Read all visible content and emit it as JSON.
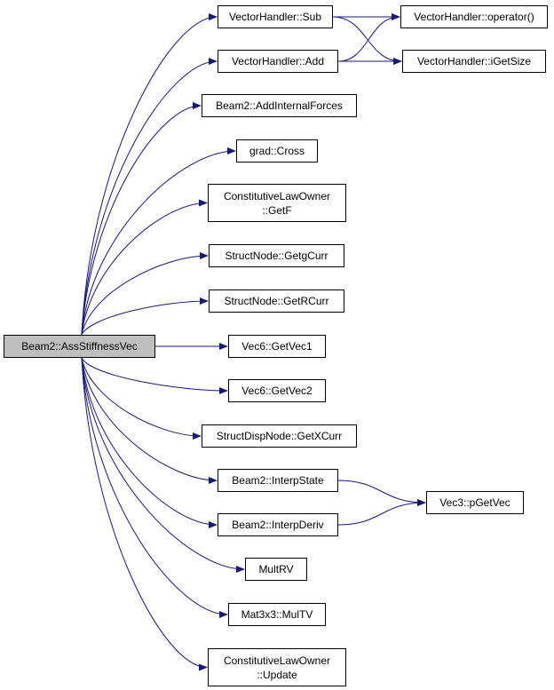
{
  "colors": {
    "edge": "#191970",
    "border": "#000000",
    "root_fill": "#bfbfbf",
    "node_fill": "#ffffff"
  },
  "root": {
    "id": "ass_stiffness_vec",
    "lines": [
      "Beam2::AssStiffnessVec"
    ]
  },
  "nodes": [
    {
      "id": "vh_sub",
      "lines": [
        "VectorHandler::Sub"
      ]
    },
    {
      "id": "vh_add",
      "lines": [
        "VectorHandler::Add"
      ]
    },
    {
      "id": "add_internal_forces",
      "lines": [
        "Beam2::AddInternalForces"
      ]
    },
    {
      "id": "grad_cross",
      "lines": [
        "grad::Cross"
      ]
    },
    {
      "id": "clo_getf",
      "lines": [
        "ConstitutiveLawOwner",
        "::GetF"
      ]
    },
    {
      "id": "getg_curr",
      "lines": [
        "StructNode::GetgCurr"
      ]
    },
    {
      "id": "getr_curr",
      "lines": [
        "StructNode::GetRCurr"
      ]
    },
    {
      "id": "getvec1",
      "lines": [
        "Vec6::GetVec1"
      ]
    },
    {
      "id": "getvec2",
      "lines": [
        "Vec6::GetVec2"
      ]
    },
    {
      "id": "getx_curr",
      "lines": [
        "StructDispNode::GetXCurr"
      ]
    },
    {
      "id": "interp_state",
      "lines": [
        "Beam2::InterpState"
      ]
    },
    {
      "id": "interp_deriv",
      "lines": [
        "Beam2::InterpDeriv"
      ]
    },
    {
      "id": "mult_rv",
      "lines": [
        "MultRV"
      ]
    },
    {
      "id": "mul_tv",
      "lines": [
        "Mat3x3::MulTV"
      ]
    },
    {
      "id": "clo_update",
      "lines": [
        "ConstitutiveLawOwner",
        "::Update"
      ]
    },
    {
      "id": "vh_operator",
      "lines": [
        "VectorHandler::operator()"
      ]
    },
    {
      "id": "vh_igetsize",
      "lines": [
        "VectorHandler::iGetSize"
      ]
    },
    {
      "id": "vec3_pgetvec",
      "lines": [
        "Vec3::pGetVec"
      ]
    }
  ],
  "edges": [
    [
      "ass_stiffness_vec",
      "vh_sub"
    ],
    [
      "ass_stiffness_vec",
      "vh_add"
    ],
    [
      "ass_stiffness_vec",
      "add_internal_forces"
    ],
    [
      "ass_stiffness_vec",
      "grad_cross"
    ],
    [
      "ass_stiffness_vec",
      "clo_getf"
    ],
    [
      "ass_stiffness_vec",
      "getg_curr"
    ],
    [
      "ass_stiffness_vec",
      "getr_curr"
    ],
    [
      "ass_stiffness_vec",
      "getvec1"
    ],
    [
      "ass_stiffness_vec",
      "getvec2"
    ],
    [
      "ass_stiffness_vec",
      "getx_curr"
    ],
    [
      "ass_stiffness_vec",
      "interp_state"
    ],
    [
      "ass_stiffness_vec",
      "interp_deriv"
    ],
    [
      "ass_stiffness_vec",
      "mult_rv"
    ],
    [
      "ass_stiffness_vec",
      "mul_tv"
    ],
    [
      "ass_stiffness_vec",
      "clo_update"
    ],
    [
      "vh_sub",
      "vh_operator"
    ],
    [
      "vh_sub",
      "vh_igetsize"
    ],
    [
      "vh_add",
      "vh_operator"
    ],
    [
      "vh_add",
      "vh_igetsize"
    ],
    [
      "interp_state",
      "vec3_pgetvec"
    ],
    [
      "interp_deriv",
      "vec3_pgetvec"
    ]
  ]
}
